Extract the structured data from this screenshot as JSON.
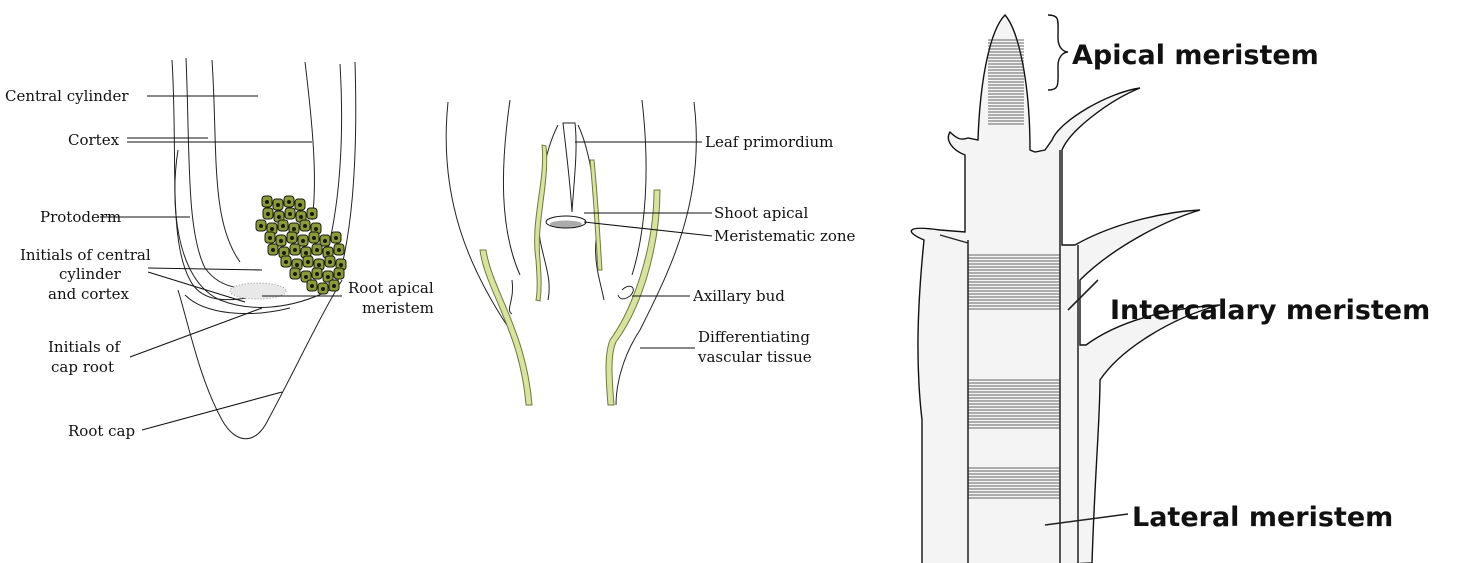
{
  "root_diagram": {
    "labels": {
      "central_cylinder": "Central cylinder",
      "cortex": "Cortex",
      "protoderm": "Protoderm",
      "initials_central_1": "Initials of central",
      "initials_central_2": "cylinder",
      "initials_central_3": "and cortex",
      "root_apical_1": "Root apical",
      "root_apical_2": "meristem",
      "initials_cap_1": "Initials of",
      "initials_cap_2": "cap root",
      "root_cap": "Root cap"
    },
    "colors": {
      "cells": "#8a9a3c",
      "nucleus": "#1a1a0a"
    }
  },
  "shoot_diagram": {
    "labels": {
      "leaf_primordium": "Leaf primordium",
      "shoot_apical": "Shoot apical",
      "meristematic_zone": "Meristematic zone",
      "axillary_bud": "Axillary bud",
      "differentiating_1": "Differentiating",
      "differentiating_2": "vascular tissue"
    },
    "colors": {
      "vascular": "#d7e3a1"
    }
  },
  "stem_diagram": {
    "labels": {
      "apical_meristem": "Apical meristem",
      "intercalary_meristem": "Intercalary meristem",
      "lateral_meristem": "Lateral meristem"
    }
  }
}
